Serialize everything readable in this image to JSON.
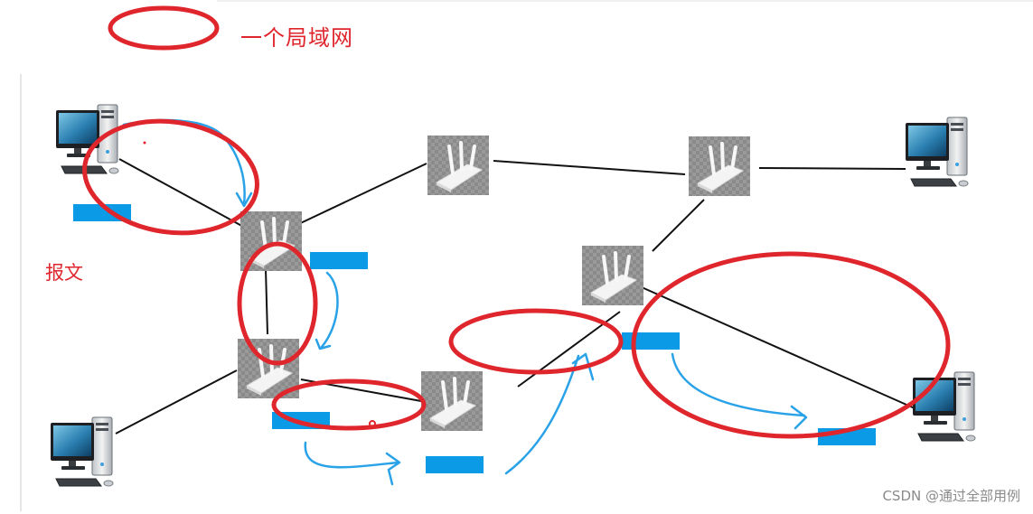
{
  "legend": {
    "label": "一个局域网",
    "color": "#e0262d"
  },
  "annotations": {
    "packet_label": "报文"
  },
  "watermark": "CSDN @通过全部用例",
  "colors": {
    "lan_circle": "#e0262d",
    "packet_arrow": "#2aa2e8",
    "packet_block": "#0a9ae6",
    "link": "#111111"
  },
  "nodes": [
    {
      "id": "pc-top-left",
      "type": "computer"
    },
    {
      "id": "pc-bottom-left",
      "type": "computer"
    },
    {
      "id": "pc-top-right",
      "type": "computer"
    },
    {
      "id": "pc-bottom-right",
      "type": "computer"
    },
    {
      "id": "router-a",
      "type": "router"
    },
    {
      "id": "router-b",
      "type": "router"
    },
    {
      "id": "router-c",
      "type": "router"
    },
    {
      "id": "router-d",
      "type": "router"
    },
    {
      "id": "router-e",
      "type": "router"
    },
    {
      "id": "router-f",
      "type": "router"
    }
  ],
  "links": [
    [
      "pc-top-left",
      "router-a"
    ],
    [
      "router-a",
      "router-b"
    ],
    [
      "router-a",
      "router-c"
    ],
    [
      "router-b",
      "pc-bottom-left"
    ],
    [
      "router-b",
      "router-d"
    ],
    [
      "router-c",
      "router-e"
    ],
    [
      "router-e",
      "pc-top-right"
    ],
    [
      "router-e",
      "router-f"
    ],
    [
      "router-f",
      "pc-bottom-right"
    ],
    [
      "router-f",
      "router-d"
    ]
  ]
}
